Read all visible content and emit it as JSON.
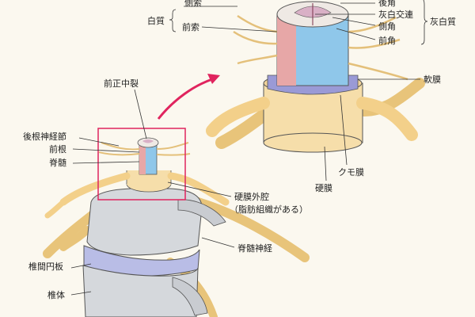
{
  "labels": {
    "white_matter": "白質",
    "lateral_funiculus": "側索",
    "anterior_funiculus": "前索",
    "posterior_horn": "後角",
    "gray_commissure": "灰白交連",
    "lateral_horn": "側角",
    "anterior_horn": "前角",
    "gray_matter": "灰白質",
    "pia_mater": "軟膜",
    "arachnoid": "クモ膜",
    "dura_mater": "硬膜",
    "anterior_median_fissure": "前正中裂",
    "dorsal_root_ganglion": "後根神経節",
    "ventral_root": "前根",
    "spinal_cord": "脊髄",
    "epidural_space": "硬膜外腔",
    "epidural_note": "（脂肪組織がある）",
    "spinal_nerve": "脊髄神経",
    "intervertebral_disc": "椎間円板",
    "vertebral_body": "椎体"
  },
  "colors": {
    "background": "#fbf8ef",
    "highlight_box": "#e0245e",
    "nerve": "#f3d08a",
    "dura": "#f6deaa",
    "arachnoid": "#9a9ad6",
    "cord_blue": "#8fc7ea",
    "cord_pink": "#e7a7a7",
    "bone": "#d5d8dc",
    "disc": "#b9bde6"
  }
}
